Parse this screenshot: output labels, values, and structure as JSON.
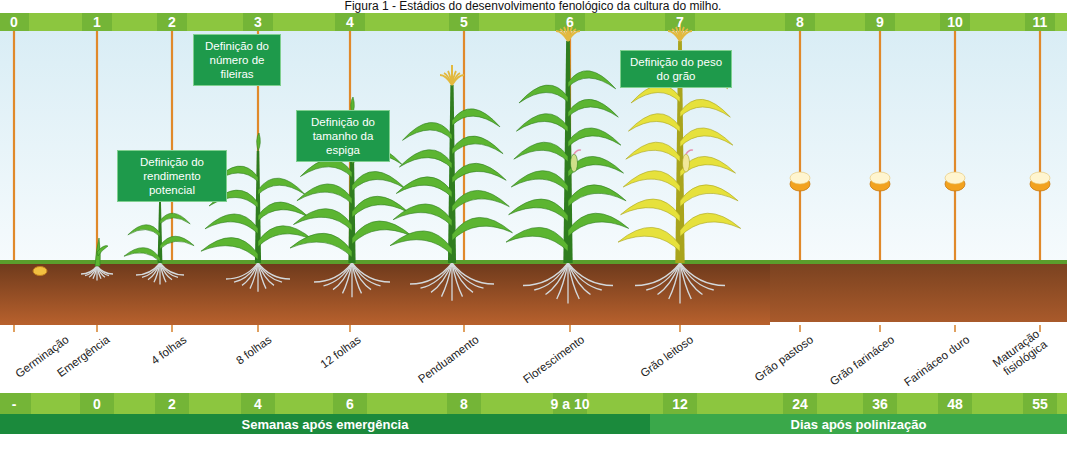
{
  "diagram": {
    "title": "Figura 1 - Estádios do desenvolvimento fenológico da cultura do milho.",
    "nodes": [
      {
        "text": [
          "Definição do rendimento potencial"
        ]
      },
      {
        "text": [
          "Definição do número de fileiras"
        ]
      },
      {
        "text": [
          "Definição do tamanho da espiga"
        ]
      },
      {
        "text": [
          "Definição do peso do grão"
        ]
      },
      {
        "text": [
          "Semanas após emergência"
        ]
      },
      {
        "text": [
          "Dias após polinização"
        ]
      }
    ],
    "labels": [
      "0",
      "1",
      "2",
      "3",
      "4",
      "5",
      "6",
      "7",
      "8",
      "9",
      "10",
      "11",
      "Germinação",
      "Emergência",
      "4 folhas",
      "8 folhas",
      "12 folhas",
      "Penduamento",
      "Florescimento",
      "Grão leitoso",
      "Grão pastoso",
      "Grão farináceo",
      "Farináceo duro",
      "Maturação fisiológica",
      "-",
      "0",
      "2",
      "4",
      "6",
      "8",
      "9 a 10",
      "12",
      "24",
      "36",
      "48",
      "55"
    ]
  }
}
